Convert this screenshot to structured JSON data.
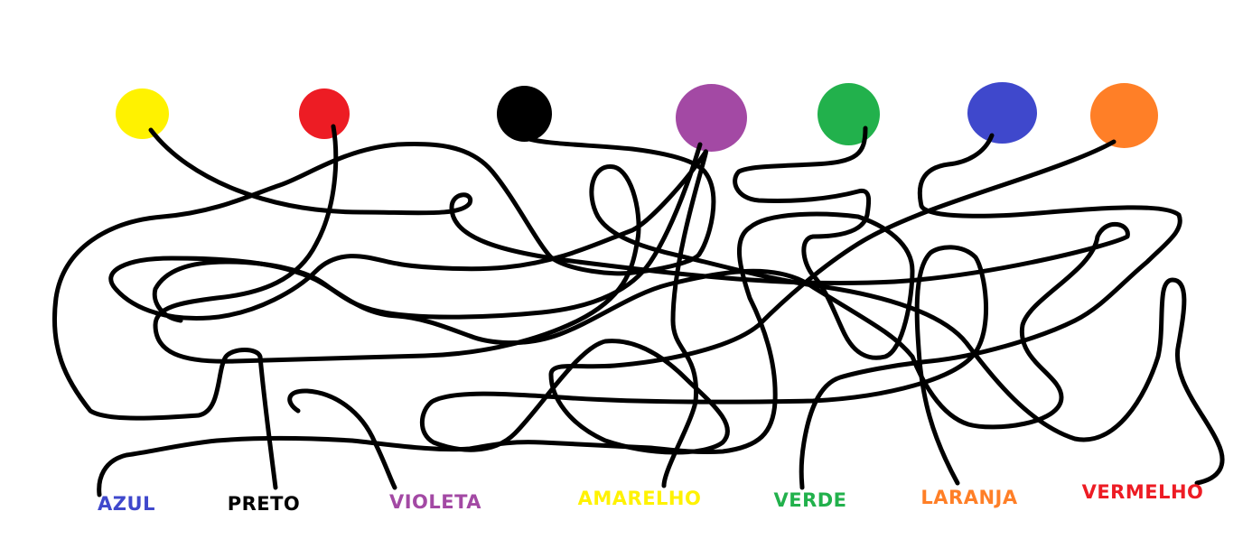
{
  "puzzle": {
    "dots": [
      {
        "name": "yellow-dot",
        "color": "#FFF200"
      },
      {
        "name": "red-dot",
        "color": "#ED1C24"
      },
      {
        "name": "black-dot",
        "color": "#000000"
      },
      {
        "name": "purple-dot",
        "color": "#A349A4"
      },
      {
        "name": "green-dot",
        "color": "#22B14C"
      },
      {
        "name": "blue-dot",
        "color": "#3F48CC"
      },
      {
        "name": "orange-dot",
        "color": "#FF7F27"
      }
    ],
    "labels": [
      {
        "text": "AZUL",
        "color": "#3F48CC"
      },
      {
        "text": "PRETO",
        "color": "#000000"
      },
      {
        "text": "VIOLETA",
        "color": "#A349A4"
      },
      {
        "text": "AMARELHO",
        "color": "#FFF200"
      },
      {
        "text": "VERDE",
        "color": "#22B14C"
      },
      {
        "text": "LARANJA",
        "color": "#FF7F27"
      },
      {
        "text": "VERMELHO",
        "color": "#ED1C24"
      }
    ]
  }
}
